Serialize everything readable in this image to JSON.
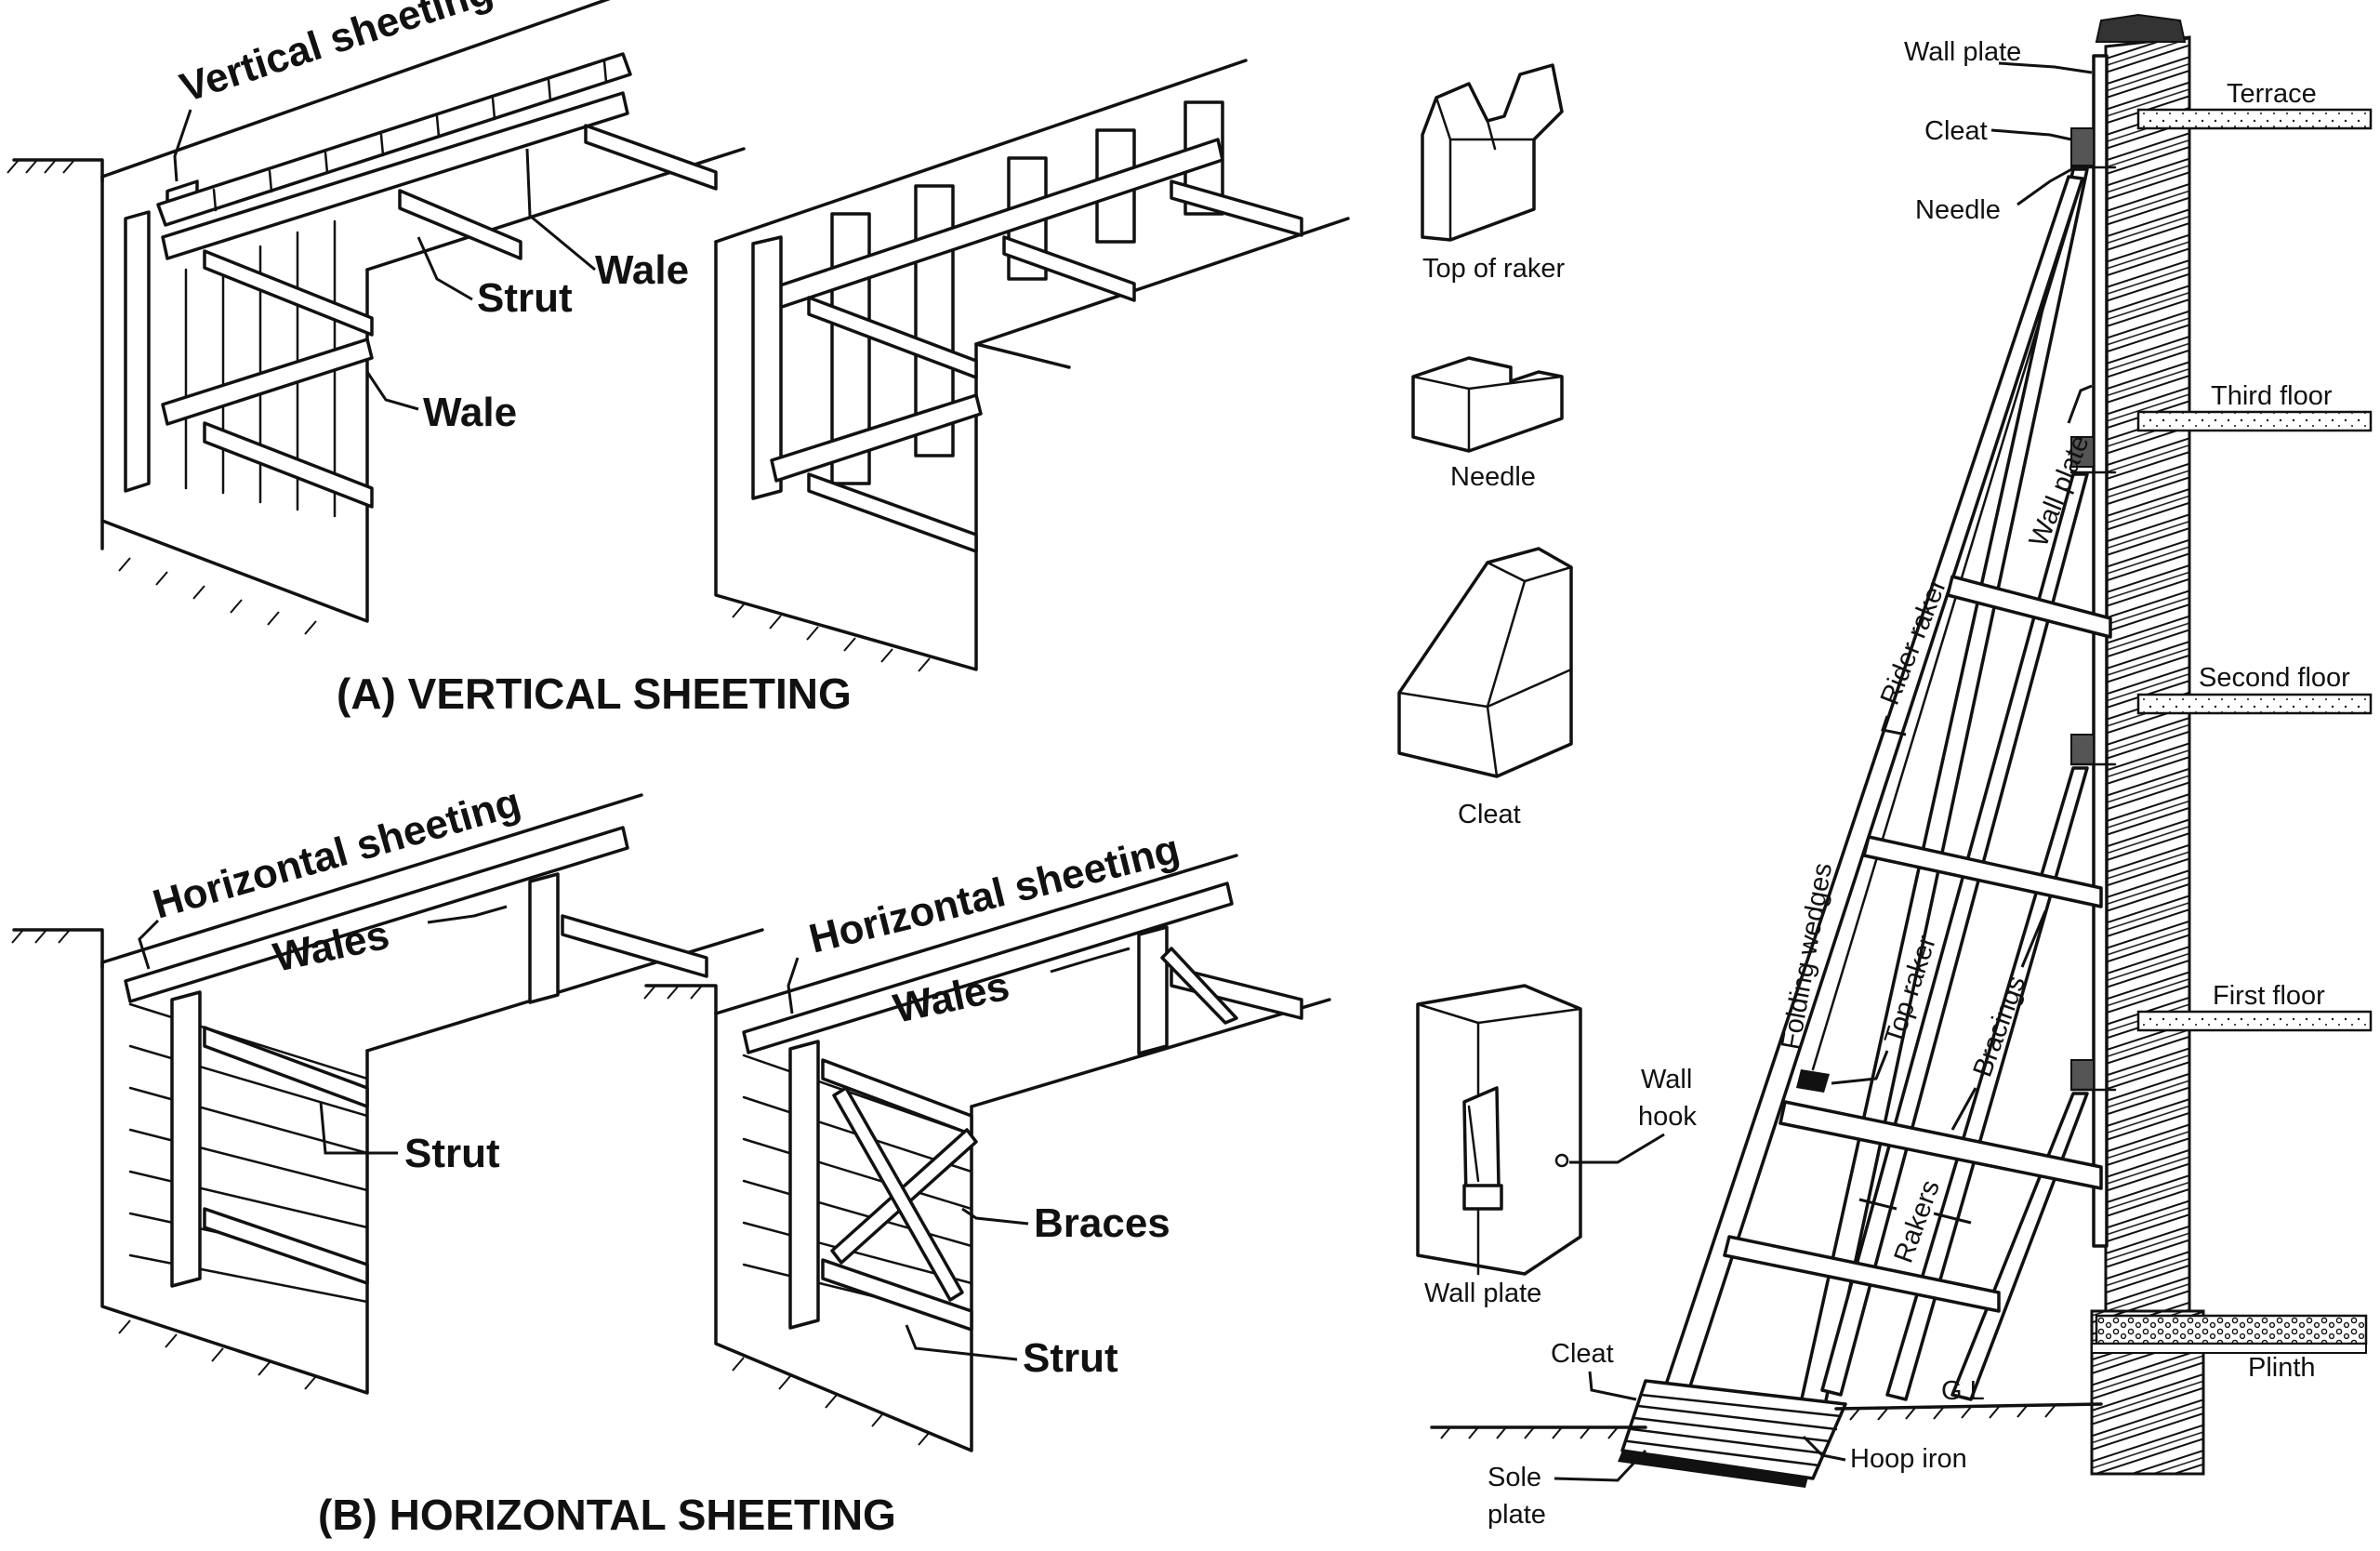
{
  "panel_a": {
    "title_label": "Vertical sheeting",
    "labels": {
      "strut": "Strut",
      "wale_1": "Wale",
      "wale_2": "Wale"
    },
    "caption": "(A) VERTICAL SHEETING"
  },
  "panel_b": {
    "left_title": "Horizontal sheeting",
    "left_wales": "Wales",
    "left_strut": "Strut",
    "right_title": "Horizontal sheeting",
    "right_wales": "Wales",
    "braces": "Braces",
    "right_strut": "Strut",
    "caption": "(B) HORIZONTAL SHEETING"
  },
  "components": {
    "top_of_raker": "Top of raker",
    "needle": "Needle",
    "cleat": "Cleat",
    "wall_hook_1": "Wall",
    "wall_hook_2": "hook",
    "wall_plate": "Wall plate"
  },
  "shoring": {
    "wall_plate_top": "Wall plate",
    "terrace": "Terrace",
    "cleat_top": "Cleat",
    "needle_top": "Needle",
    "third_floor": "Third floor",
    "wall_plate_side": "Wall plate",
    "rider_raker": "Rider raker",
    "second_floor": "Second floor",
    "folding_wedges": "Folding wedges",
    "top_raker": "Top raker",
    "bracings": "Bracings",
    "first_floor": "First floor",
    "rakers": "Rakers",
    "cleat_bottom": "Cleat",
    "gl": "G.L",
    "plinth": "Plinth",
    "sole_1": "Sole",
    "sole_2": "plate",
    "hoop_iron": "Hoop iron"
  },
  "colors": {
    "ink": "#111111",
    "paper": "#ffffff"
  }
}
